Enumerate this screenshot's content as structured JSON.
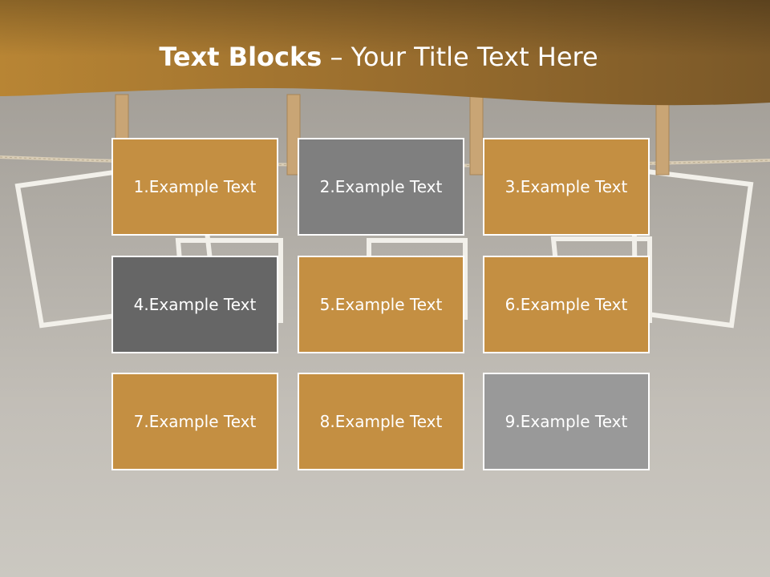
{
  "title": {
    "bold": "Text Blocks",
    "separator": " – ",
    "rest": "Your Title Text Here"
  },
  "blocks": [
    {
      "label": "1.Example Text",
      "color": "#c48f42"
    },
    {
      "label": "2.Example Text",
      "color": "#7f7f7f"
    },
    {
      "label": "3.Example Text",
      "color": "#c48f42"
    },
    {
      "label": "4.Example Text",
      "color": "#666666"
    },
    {
      "label": "5.Example Text",
      "color": "#c48f42"
    },
    {
      "label": "6.Example Text",
      "color": "#c48f42"
    },
    {
      "label": "7.Example Text",
      "color": "#c48f42"
    },
    {
      "label": "8.Example Text",
      "color": "#c48f42"
    },
    {
      "label": "9.Example Text",
      "color": "#999999"
    }
  ],
  "colors": {
    "header_dark": "#6e5025",
    "header_light": "#b88534",
    "background": "#b4b0a9",
    "block_border": "#ffffff"
  }
}
